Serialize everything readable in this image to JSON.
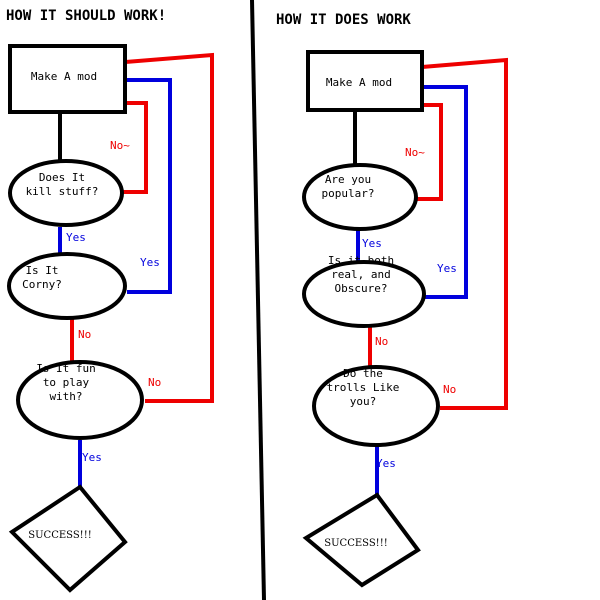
{
  "colors": {
    "yes": "#0000dd",
    "no": "#ee0000",
    "flow": "#000000"
  },
  "left": {
    "title": "HOW IT SHOULD WORK!",
    "nodes": {
      "start": [
        "Make A mod"
      ],
      "q1": [
        "Does It",
        "kill stuff?"
      ],
      "q2": [
        "Is It",
        "Corny?"
      ],
      "q3": [
        "Is It fun",
        "to play",
        "with?"
      ],
      "end": [
        "SUCCESS!!!"
      ]
    },
    "labels": {
      "q1_no": "No~",
      "q1_yes": "Yes",
      "q2_yes": "Yes",
      "q2_no": "No",
      "q3_no": "No",
      "q3_yes": "Yes"
    }
  },
  "right": {
    "title": "HOW IT DOES WORK",
    "nodes": {
      "start": [
        "Make A mod"
      ],
      "q1": [
        "Are you",
        "popular?"
      ],
      "q2": [
        "Is it both",
        "real, and",
        "Obscure?"
      ],
      "q3": [
        "Do the",
        "trolls Like",
        "you?"
      ],
      "end": [
        "SUCCESS!!!"
      ]
    },
    "labels": {
      "q1_no": "No~",
      "q1_yes": "Yes",
      "q2_yes": "Yes",
      "q2_no": "No",
      "q3_no": "No",
      "q3_yes": "Yes"
    }
  }
}
